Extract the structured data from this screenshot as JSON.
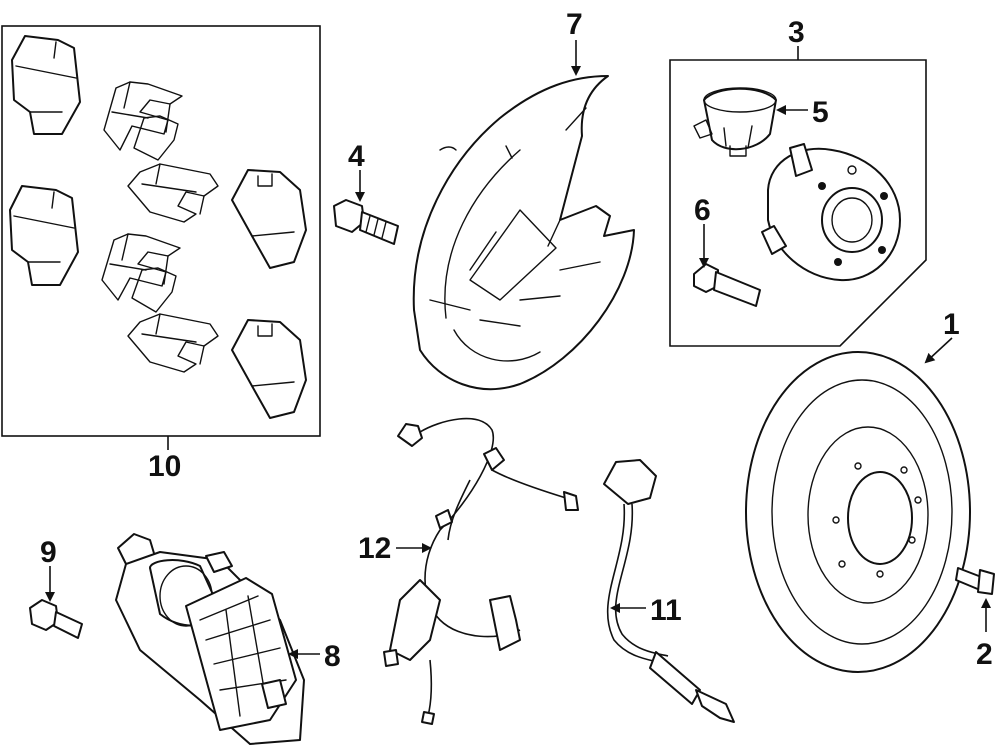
{
  "diagram": {
    "callouts": [
      {
        "id": "c1",
        "label": "1"
      },
      {
        "id": "c2",
        "label": "2"
      },
      {
        "id": "c3",
        "label": "3"
      },
      {
        "id": "c4",
        "label": "4"
      },
      {
        "id": "c5",
        "label": "5"
      },
      {
        "id": "c6",
        "label": "6"
      },
      {
        "id": "c7",
        "label": "7"
      },
      {
        "id": "c8",
        "label": "8"
      },
      {
        "id": "c9",
        "label": "9"
      },
      {
        "id": "c10",
        "label": "10"
      },
      {
        "id": "c11",
        "label": "11"
      },
      {
        "id": "c12",
        "label": "12"
      }
    ],
    "colors": {
      "ink": "#111111",
      "paper": "#ffffff"
    }
  }
}
